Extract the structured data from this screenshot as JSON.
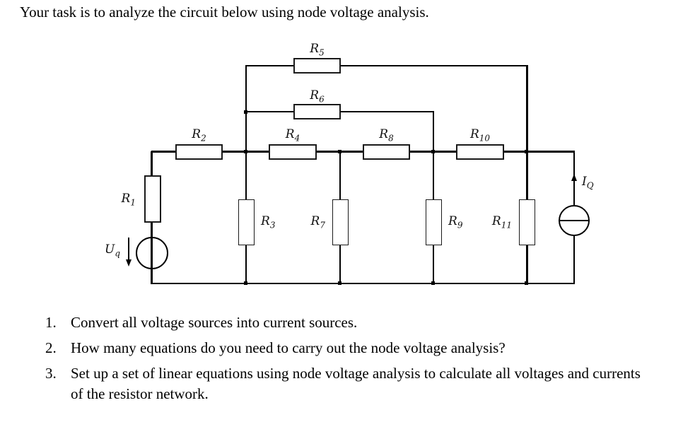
{
  "page": {
    "title": "Your task is to analyze the circuit below using node voltage analysis."
  },
  "circuit": {
    "colors": {
      "line": "#000000",
      "background": "#ffffff",
      "label": "#111111"
    },
    "resistors": {
      "r1": {
        "base": "R",
        "sub": "1"
      },
      "r2": {
        "base": "R",
        "sub": "2"
      },
      "r3": {
        "base": "R",
        "sub": "3"
      },
      "r4": {
        "base": "R",
        "sub": "4"
      },
      "r5": {
        "base": "R",
        "sub": "5"
      },
      "r6": {
        "base": "R",
        "sub": "6"
      },
      "r7": {
        "base": "R",
        "sub": "7"
      },
      "r8": {
        "base": "R",
        "sub": "8"
      },
      "r9": {
        "base": "R",
        "sub": "9"
      },
      "r10": {
        "base": "R",
        "sub": "10"
      },
      "r11": {
        "base": "R",
        "sub": "11"
      }
    },
    "sources": {
      "voltage": {
        "base": "U",
        "sub": "q",
        "arrow_direction": "down"
      },
      "current": {
        "base": "I",
        "sub": "Q",
        "arrow_direction": "up"
      }
    }
  },
  "tasks": {
    "items": [
      {
        "number": "1.",
        "text": "Convert all voltage sources into current sources."
      },
      {
        "number": "2.",
        "text": "How many equations do you need to carry out the node voltage analysis?"
      },
      {
        "number": "3.",
        "text": "Set up a set of linear equations using node voltage analysis to calculate all voltages and currents of the resistor network."
      }
    ]
  }
}
